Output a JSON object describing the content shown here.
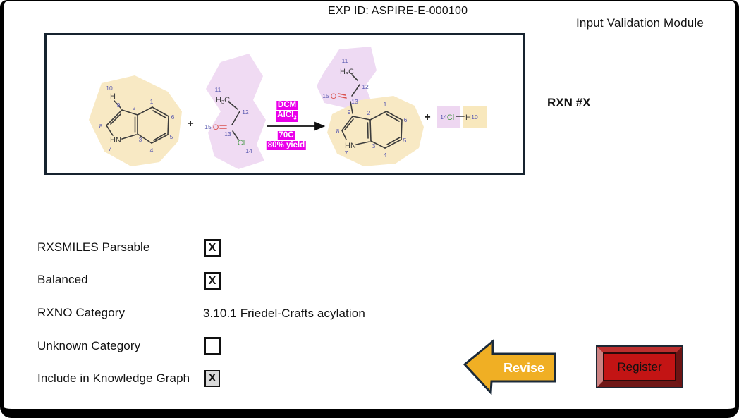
{
  "header": {
    "exp_id": "EXP ID: ASPIRE-E-000100",
    "module_title": "Input Validation Module",
    "rxn_label": "RXN #X"
  },
  "scheme": {
    "plus": "+",
    "conditions": {
      "solvent": "DCM",
      "catalyst_base": "AlCl",
      "catalyst_sub": "3",
      "temperature": "70C",
      "yield": "80% yield"
    },
    "reactant_indole": {
      "n1": "1",
      "n2": "2",
      "n3": "3",
      "n4": "4",
      "n5": "5",
      "n6": "6",
      "n7": "7",
      "n8": "8",
      "n9": "9",
      "n10": "10",
      "h": "H",
      "hn": "HN"
    },
    "reactant_acyl": {
      "n11": "11",
      "n12": "12",
      "n13": "13",
      "n14": "14",
      "n15": "15",
      "h3c_h": "H",
      "h3c_sub": "3",
      "h3c_c": "C",
      "o": "O",
      "cl": "Cl"
    },
    "product": {
      "n1": "1",
      "n2": "2",
      "n3": "3",
      "n4": "4",
      "n5": "5",
      "n6": "6",
      "n7": "7",
      "n8": "8",
      "n9": "9",
      "n11": "11",
      "n12": "12",
      "n13": "13",
      "n15": "15",
      "h3c_h": "H",
      "h3c_sub": "3",
      "h3c_c": "C",
      "o": "O",
      "hn": "HN"
    },
    "byproduct": {
      "n14": "14",
      "cl": "Cl",
      "h": "H",
      "n10": "10"
    }
  },
  "form": {
    "checkbox_mark": "X",
    "rows": [
      {
        "label": "RXSMILES Parsable",
        "checked": true
      },
      {
        "label": "Balanced",
        "checked": true
      },
      {
        "label": "RXNO Category",
        "value": "3.10.1 Friedel-Crafts acylation"
      },
      {
        "label": "Unknown Category",
        "checked": false
      },
      {
        "label": "Include in Knowledge Graph",
        "checked": true
      }
    ]
  },
  "actions": {
    "revise": "Revise",
    "register": "Register"
  },
  "colors": {
    "highlight_yellow": "#f8e9c4",
    "highlight_pink": "#f0dbf3",
    "condition_magenta": "#ea00ea",
    "arrow_gold": "#f0af24",
    "register_red": "#c31414"
  }
}
